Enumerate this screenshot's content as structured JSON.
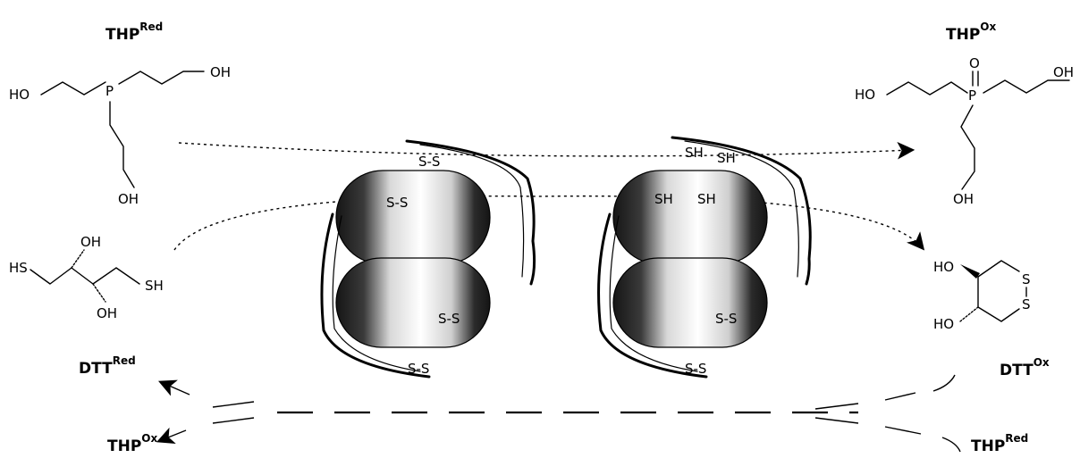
{
  "labels": {
    "thp_red_top": {
      "main": "THP",
      "sup": "Red"
    },
    "thp_ox_top": {
      "main": "THP",
      "sup": "Ox"
    },
    "dtt_red": {
      "main": "DTT",
      "sup": "Red"
    },
    "dtt_ox": {
      "main": "DTT",
      "sup": "Ox"
    },
    "thp_ox_bottom": {
      "main": "THP",
      "sup": "Ox"
    },
    "thp_red_bottom": {
      "main": "THP",
      "sup": "Red"
    }
  },
  "atoms": {
    "ho": "HO",
    "oh": "OH",
    "p": "P",
    "o": "O",
    "hs": "HS",
    "sh": "SH",
    "s": "S"
  },
  "protein_left": {
    "outer_top": "S-S",
    "upper_domain": "S-S",
    "lower_domain": "S-S",
    "outer_bottom": "S-S"
  },
  "protein_right": {
    "outer_top_1": "SH",
    "outer_top_2": "SH",
    "upper_domain_1": "SH",
    "upper_domain_2": "SH",
    "lower_domain": "S-S",
    "outer_bottom": "S-S"
  },
  "colors": {
    "ink": "#000000",
    "domain_dark": "#151515",
    "domain_light": "#ffffff",
    "background": "#ffffff"
  }
}
